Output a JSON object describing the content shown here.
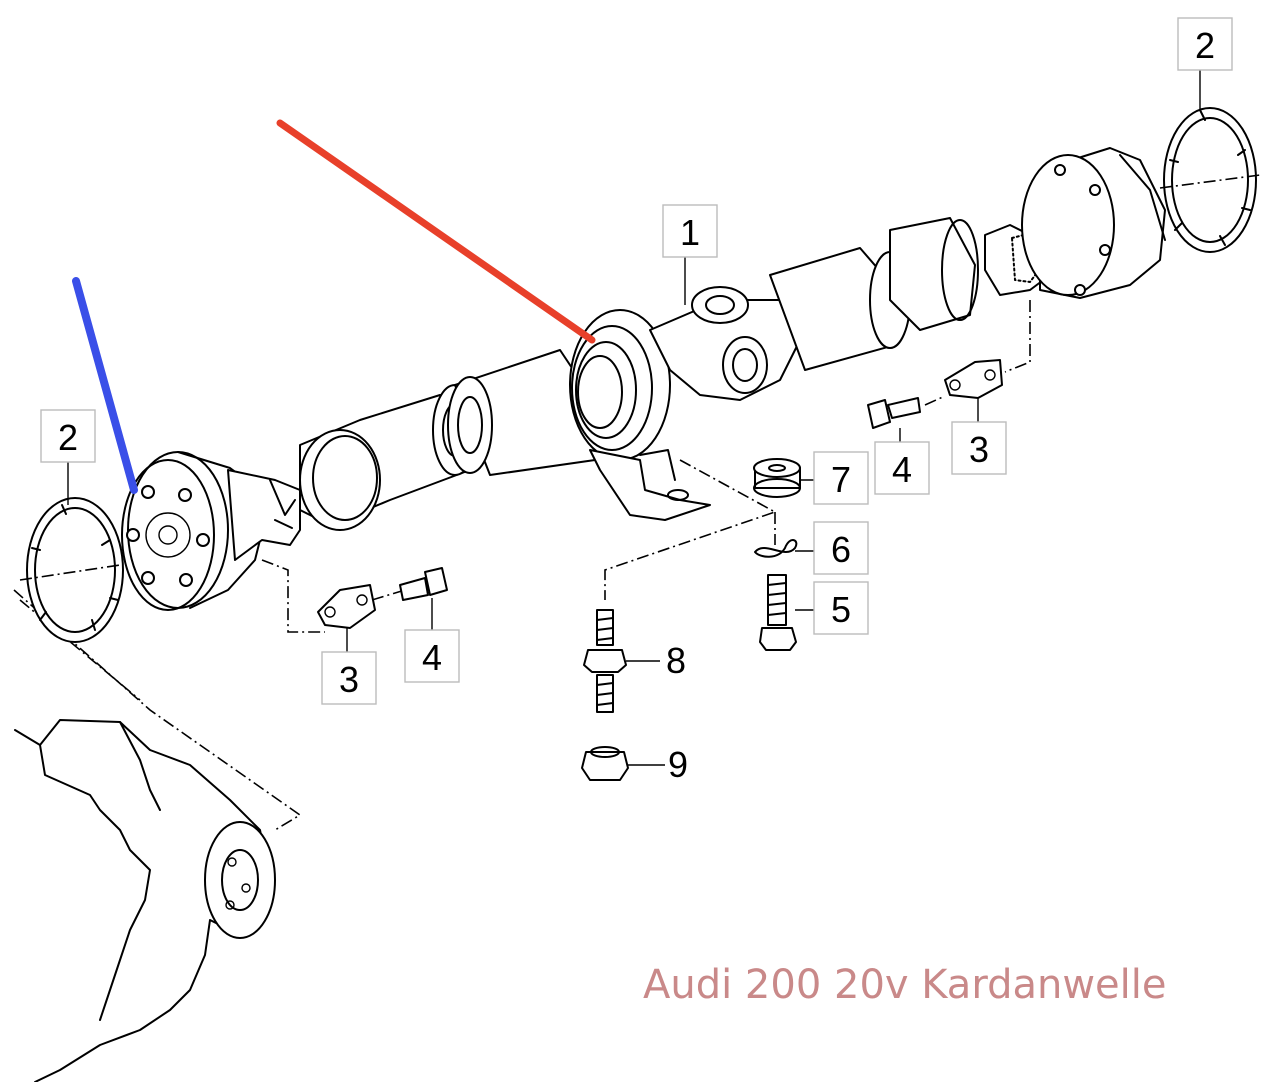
{
  "caption": "Audi 200 20v Kardanwelle",
  "callouts": {
    "c1": "1",
    "c2_right": "2",
    "c2_left": "2",
    "c3_left": "3",
    "c3_right": "3",
    "c4_left": "4",
    "c4_right": "4",
    "c5": "5",
    "c6": "6",
    "c7": "7",
    "c8": "8",
    "c9": "9"
  },
  "marker_colors": {
    "red": "#e8402a",
    "blue": "#3a4fe8"
  }
}
